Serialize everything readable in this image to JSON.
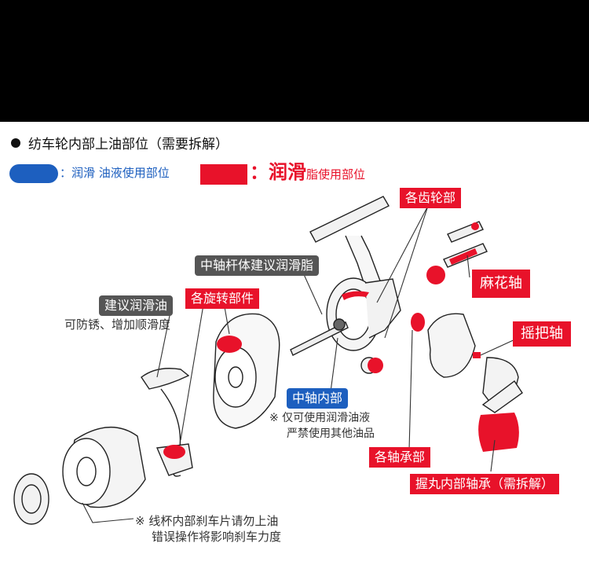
{
  "title": "纺车轮内部上油部位（需要拆解）",
  "legend": {
    "oil_label": "：润滑 油液使用部位",
    "grease_big": "：润滑",
    "grease_small": "脂使用部位",
    "oil_color": "#1d5fbf",
    "grease_color": "#e8122a"
  },
  "labels": {
    "gears": "各齿轮部",
    "twist_shaft": "麻花轴",
    "handle_shaft": "摇把轴",
    "shaft_body": "中轴杆体建议润滑脂",
    "oil_suggest": "建议润滑油",
    "rotating": "各旋转部件",
    "shaft_inner": "中轴内部",
    "bearings": "各轴承部",
    "knob_bearing": "握丸内部轴承（需拆解）"
  },
  "notes": {
    "anti_rust": "可防锈、增加顺滑度",
    "oil_only_1": "※ 仅可使用润滑油液",
    "oil_only_2": "严禁使用其他油品",
    "spool_1": "※ 线杯内部刹车片请勿上油",
    "spool_2": "错误操作将影响刹车力度"
  }
}
